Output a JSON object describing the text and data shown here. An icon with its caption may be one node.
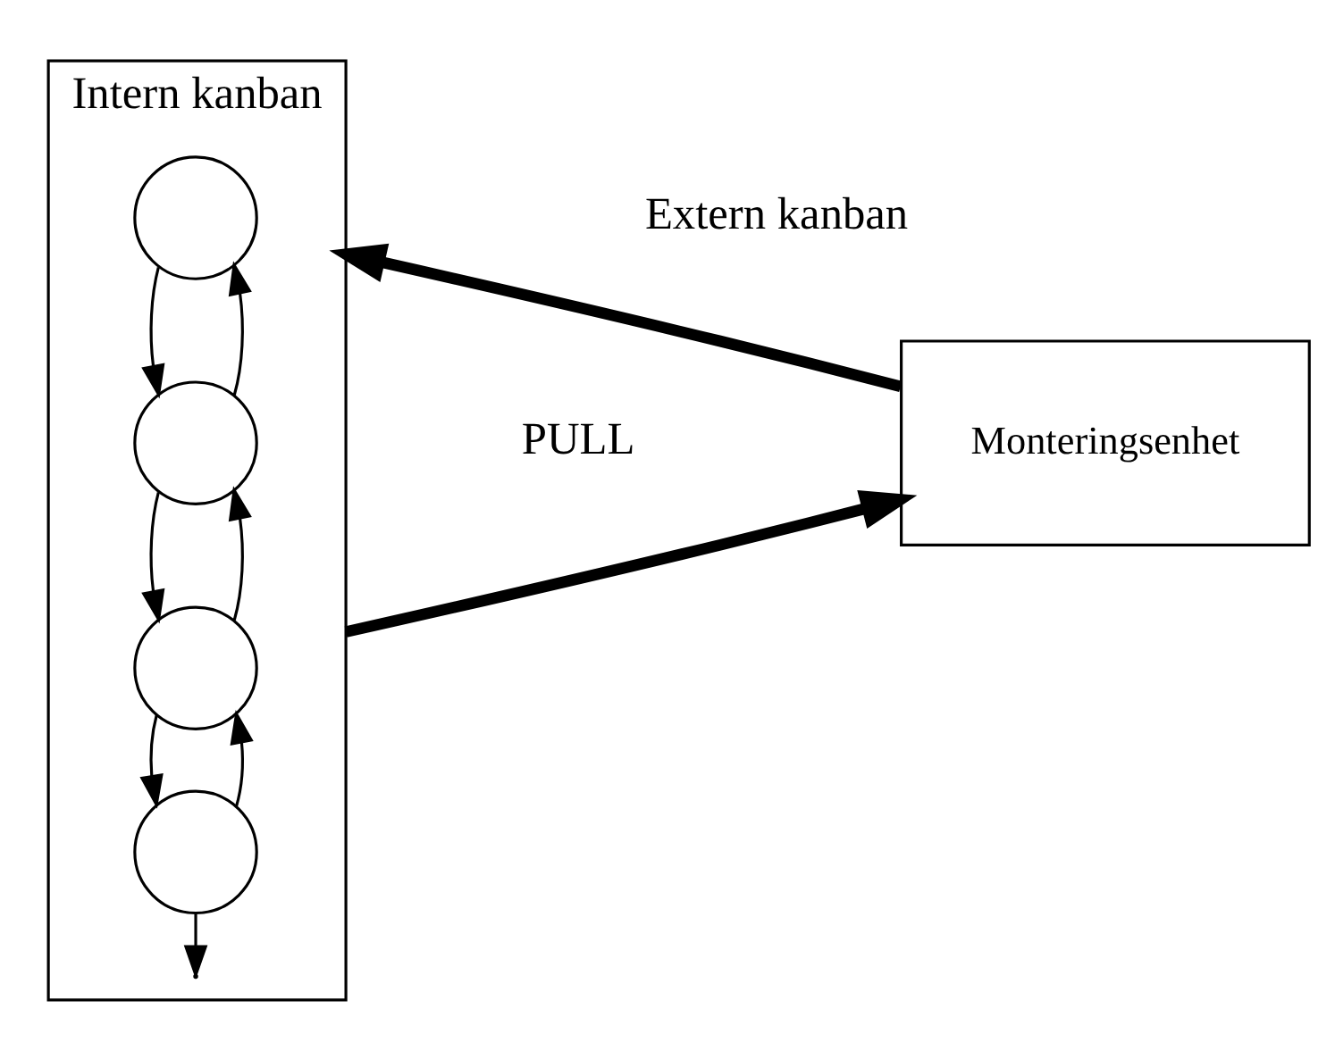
{
  "diagram": {
    "nodes": [
      {
        "text": [
          "Intern kanban"
        ]
      },
      {
        "text": [],
        "shape": "circle",
        "in": 0
      },
      {
        "text": [],
        "shape": "circle",
        "in": 0
      },
      {
        "text": [],
        "shape": "circle",
        "in": 0
      },
      {
        "text": [],
        "shape": "circle",
        "in": 0
      },
      {
        "text": [
          "Monteringsenhet"
        ]
      }
    ],
    "edges": [
      {
        "from": 1,
        "to": 2,
        "arrow": "to"
      },
      {
        "from": 2,
        "to": 3,
        "arrow": "to"
      },
      {
        "from": 3,
        "to": 4,
        "arrow": "to"
      },
      {
        "from": 4,
        "to": null,
        "arrow": "to"
      },
      {
        "from": 2,
        "to": 1,
        "arrow": "to"
      },
      {
        "from": 3,
        "to": 2,
        "arrow": "to"
      },
      {
        "from": 4,
        "to": 3,
        "arrow": "to"
      },
      {
        "from": 0,
        "to": 5,
        "arrow": "to",
        "style": "thick"
      },
      {
        "from": 5,
        "to": 0,
        "arrow": "to",
        "style": "thick"
      }
    ],
    "labels": [
      "Extern kanban",
      "PULL"
    ]
  }
}
